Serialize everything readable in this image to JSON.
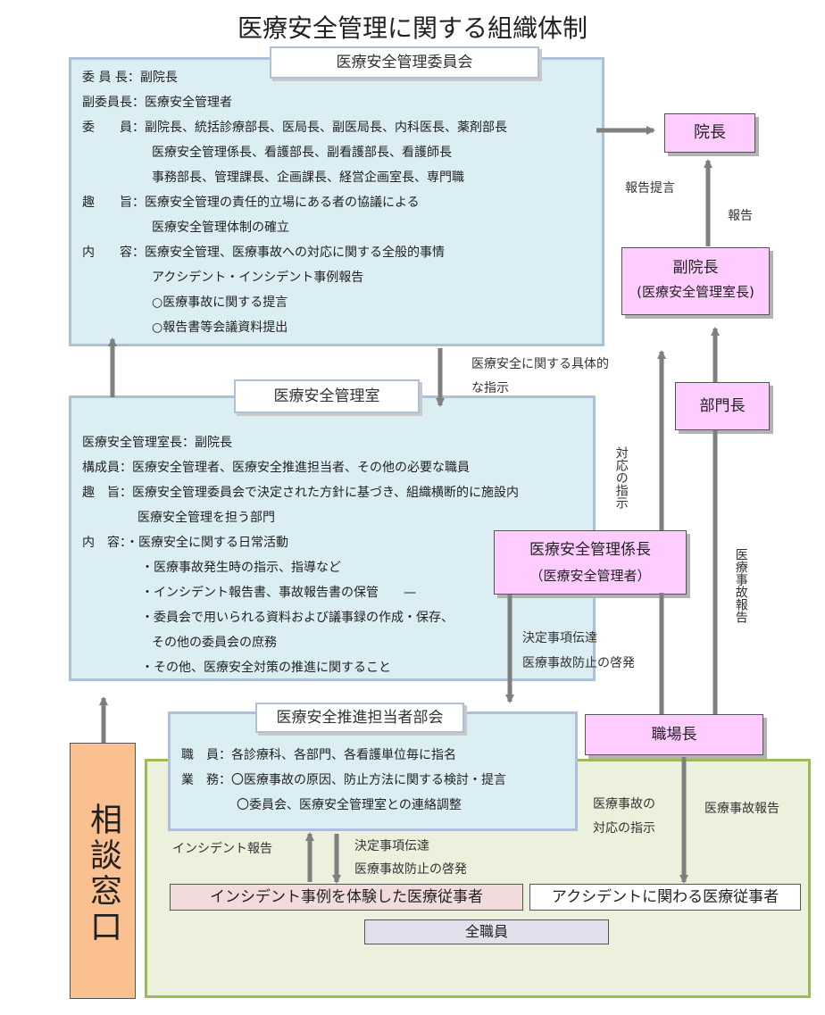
{
  "title": "医療安全管理に関する組織体制",
  "committee": {
    "header": "医療安全管理委員会",
    "lines": [
      "委 員 長：副院長",
      "副委員長：医療安全管理者",
      "委　　員：副院長、統括診療部長、医局長、副医局長、内科医長、薬剤部長",
      "医療安全管理係長、看護部長、副看護部長、看護師長",
      "事務部長、管理課長、企画課長、経営企画室長、専門職",
      "趣　　旨：医療安全管理の責任的立場にある者の協議による",
      "医療安全管理体制の確立",
      "内　　容：医療安全管理、医療事故への対応に関する全般的事情",
      "アクシデント・インシデント事例報告",
      "○医療事故に関する提言",
      "○報告書等会議資料提出"
    ]
  },
  "office": {
    "header": "医療安全管理室",
    "lines": [
      "医療安全管理室長：副院長",
      "構成員：医療安全管理者、医療安全推進担当者、その他の必要な職員",
      "趣　旨：医療安全管理委員会で決定された方針に基づき、組織横断的に施設内",
      "医療安全管理を担う部門",
      "内　容：・医療安全に関する日常活動",
      "・医療事故発生時の指示、指導など",
      "・インシデント報告書、事故報告書の保管　　—",
      "・委員会で用いられる資料および議事録の作成・保存、",
      "その他の委員会の庶務",
      "・その他、医療安全対策の推進に関すること"
    ]
  },
  "promoters": {
    "header": "医療安全推進担当者部会",
    "lines": [
      "職　員：各診療科、各部門、各看護単位毎に指名",
      "業　務：〇医療事故の原因、防止方法に関する検討・提言",
      "〇委員会、医療安全管理室との連絡調整"
    ]
  },
  "boxes": {
    "director": "院長",
    "vice_director": "副院長",
    "vice_director_sub": "(医療安全管理室長)",
    "dept_head": "部門長",
    "safety_chief": "医療安全管理係長",
    "safety_chief_sub": "（医療安全管理者）",
    "workplace_head": "職場長",
    "incident_staff": "インシデント事例を体験した医療従事者",
    "accident_staff": "アクシデントに関わる医療従事者",
    "all_staff": "全職員",
    "consult": "相談窓口"
  },
  "labels": {
    "report_proposal": "報告提言",
    "report": "報告",
    "specific_instruction_1": "医療安全に関する具体的",
    "specific_instruction_2": "な指示",
    "response_instruction": "対応の指示",
    "accident_report_vertical": "医療事故報告",
    "decision_1": "決定事項伝達",
    "decision_2": "医療事故防止の啓発",
    "incident_report": "インシデント報告",
    "decision_3": "決定事項伝達",
    "decision_4": "医療事故防止の啓発",
    "accident_response_1": "医療事故の",
    "accident_response_2": "対応の指示",
    "accident_report": "医療事故報告"
  },
  "colors": {
    "blue_panel": "#daeef3",
    "blue_border": "#aebfd9",
    "green_panel": "#ebf1dd",
    "green_border": "#9bbb59",
    "pink_box": "#ffccff",
    "orange_box": "#fac090",
    "incident_box": "#f2dcdb",
    "all_staff_box": "#e4dfec",
    "arrow": "#7f7f7f"
  }
}
